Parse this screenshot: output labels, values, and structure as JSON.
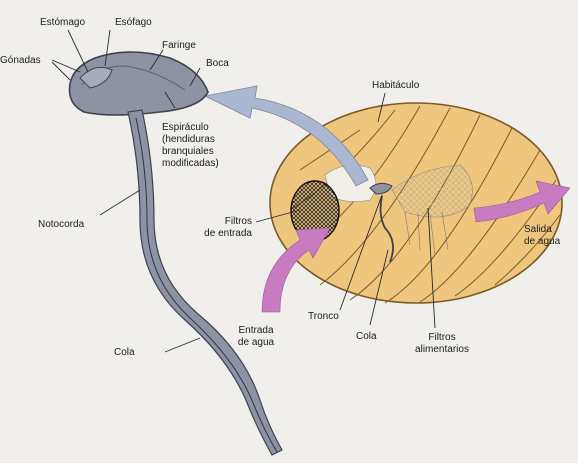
{
  "labels": {
    "estomago": "Estómago",
    "esofago": "Esófago",
    "gonadas": "Gónadas",
    "faringe": "Faringe",
    "boca": "Boca",
    "espiraculo": "Espiráculo\n(hendiduras\nbranquiales\nmodificadas)",
    "habitaculo": "Habitáculo",
    "notocorda": "Notocorda",
    "filtros_entrada": "Filtros\nde entrada",
    "salida_agua": "Salida\nde agua",
    "entrada_agua": "Entrada\nde agua",
    "tronco": "Tronco",
    "cola_small": "Cola",
    "filtros_alimentarios": "Filtros\nalimentarios",
    "cola": "Cola"
  },
  "colors": {
    "background": "#f1efec",
    "body_fill": "#8d93a3",
    "body_stroke": "#3e4250",
    "house_fill": "#efc67e",
    "house_stroke": "#7a5a2a",
    "arrow_blue": "#a9b7d1",
    "arrow_pink": "#c97bc1",
    "leader": "#2a2a2a"
  }
}
